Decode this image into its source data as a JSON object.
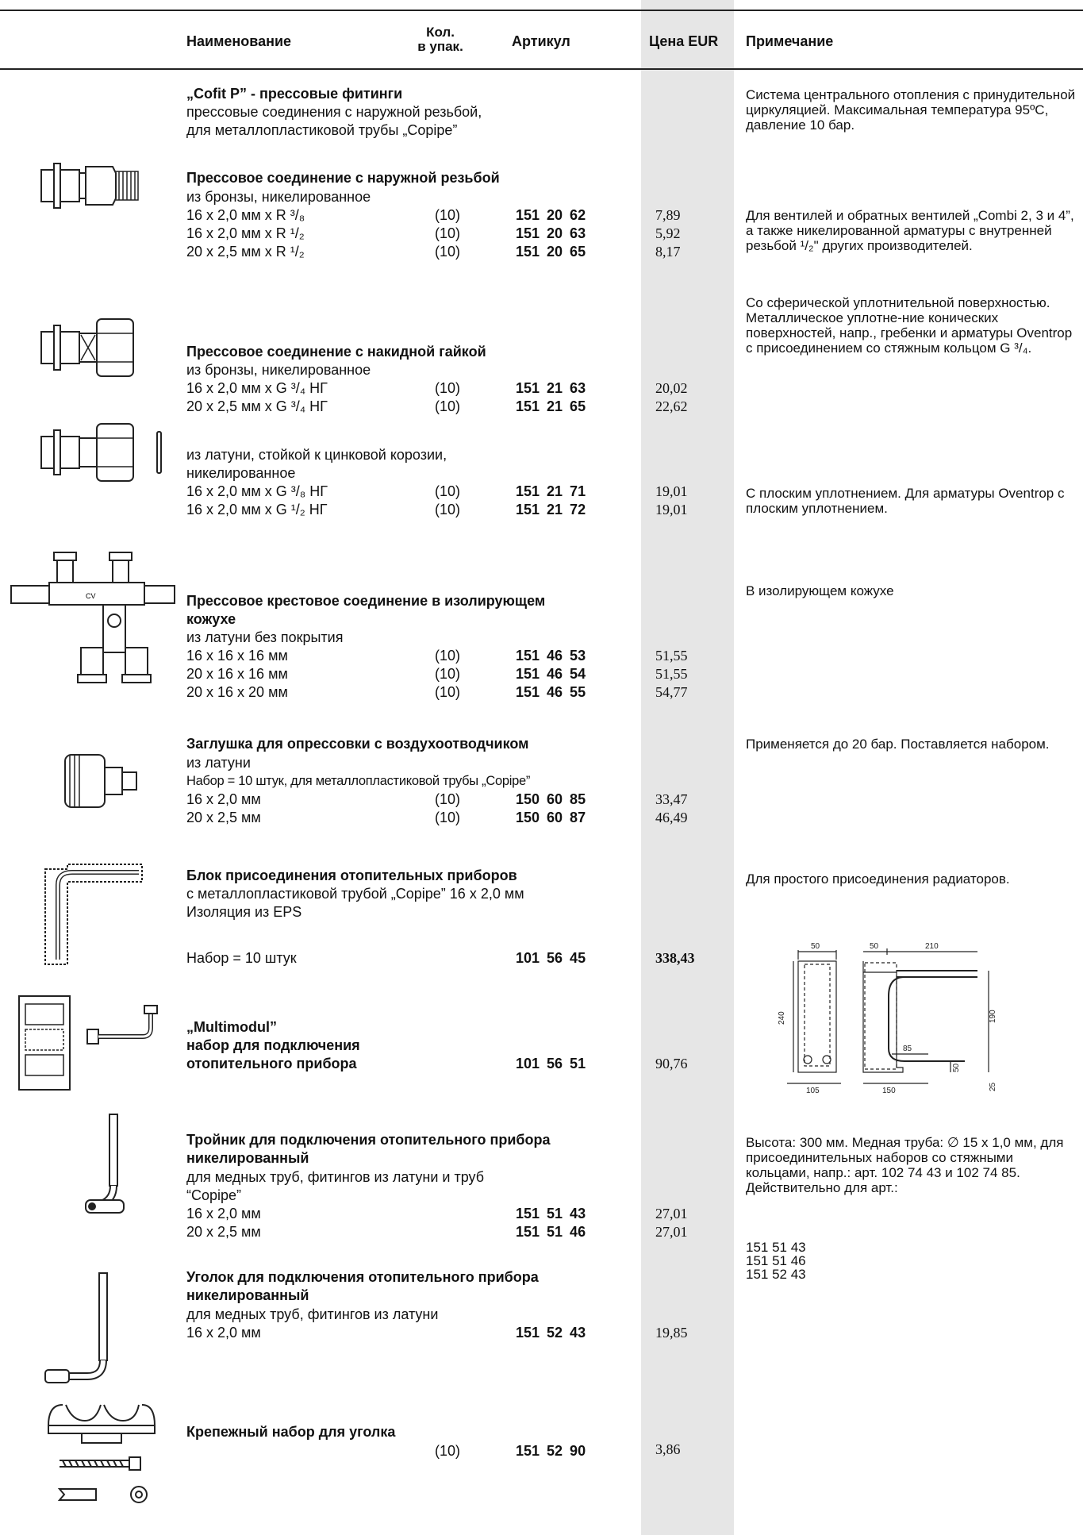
{
  "header": {
    "name": "Наименование",
    "qty_line1": "Кол.",
    "qty_line2": "в упак.",
    "article": "Артикул",
    "price": "Цена EUR",
    "note": "Примечание"
  },
  "intro": {
    "title": "„Cofit P” - прессовые фитинги",
    "line1": "прессовые соединения с наружной резьбой,",
    "line2": "для металлопластиковой трубы „Copipe”",
    "note": "Система центрального отопления с принудительной циркуляцией. Максимальная температура 95ºС, давление 10 бар."
  },
  "s1": {
    "title": "Прессовое соединение с наружной резьбой",
    "material": "из бронзы, никелированное",
    "rows": [
      {
        "desc": "16 x 2,0 мм x R ³/₈",
        "qty": "(10)",
        "art": "151 20 62",
        "price": "7,89"
      },
      {
        "desc": "16 x 2,0 мм x R ¹/₂",
        "qty": "(10)",
        "art": "151 20 63",
        "price": "5,92"
      },
      {
        "desc": "20 x 2,5 мм x R ¹/₂",
        "qty": "(10)",
        "art": "151 20 65",
        "price": "8,17"
      }
    ],
    "note": "Для вентилей и обратных вентилей „Combi 2, 3 и 4”, а также никелированной арматуры с внутренней резьбой ¹/₂\" других производителей."
  },
  "s2": {
    "pre_note": "Со сферической уплотнительной поверхностью. Металлическое уплотне-ние конических поверхностей, напр., гребенки и арматуры Oventrop с присоединением со стяжным кольцом G ³/₄.",
    "title": "Прессовое соединение с накидной гайкой",
    "material": "из бронзы, никелированное",
    "rows": [
      {
        "desc": "16 x 2,0 мм x G ³/₄ НГ",
        "qty": "(10)",
        "art": "151 21 63",
        "price": "20,02"
      },
      {
        "desc": "20 x 2,5 мм x G ³/₄ НГ",
        "qty": "(10)",
        "art": "151 21 65",
        "price": "22,62"
      }
    ]
  },
  "s3": {
    "material1": "из латуни, стойкой к цинковой корозии,",
    "material2": "никелированное",
    "rows": [
      {
        "desc": "16 x 2,0 мм x G ³/₈ НГ",
        "qty": "(10)",
        "art": "151 21 71",
        "price": "19,01"
      },
      {
        "desc": "16 x 2,0 мм x G ¹/₂ НГ",
        "qty": "(10)",
        "art": "151 21 72",
        "price": "19,01"
      }
    ],
    "note": "С плоским уплотнением. Для арматуры Oventrop с плоским уплотнением."
  },
  "s4": {
    "title1": "Прессовое крестовое соединение в изолирующем",
    "title2": "кожухе",
    "material": "из латуни без покрытия",
    "rows": [
      {
        "desc": "16 x 16 x 16 мм",
        "qty": "(10)",
        "art": "151 46 53",
        "price": "51,55"
      },
      {
        "desc": "20 x 16 x 16 мм",
        "qty": "(10)",
        "art": "151 46 54",
        "price": "51,55"
      },
      {
        "desc": "20 x 16 x 20 мм",
        "qty": "(10)",
        "art": "151 46 55",
        "price": "54,77"
      }
    ],
    "note": "В изолирующем кожухе",
    "icon_label": "CV"
  },
  "s5": {
    "title": "Заглушка для опрессовки с воздухоотводчиком",
    "material": "из латуни",
    "set": "Набор = 10 штук, для металлопластиковой трубы „Copipe”",
    "rows": [
      {
        "desc": "16 x 2,0 мм",
        "qty": "(10)",
        "art": "150 60 85",
        "price": "33,47"
      },
      {
        "desc": "20 x 2,5 мм",
        "qty": "(10)",
        "art": "150 60 87",
        "price": "46,49"
      }
    ],
    "note": "Применяется до 20 бар. Поставляется набором."
  },
  "s6": {
    "title": "Блок присоединения отопительных приборов",
    "line1": "с металлопластиковой трубой „Copipe” 16 x 2,0 мм",
    "line2": "Изоляция из EPS",
    "row": {
      "desc": "Набор = 10 штук",
      "art": "101 56 45",
      "price": "338,43"
    },
    "note": "Для простого присоединения радиаторов.",
    "dims": {
      "d50a": "50",
      "d50b": "50",
      "d210": "210",
      "d240": "240",
      "d190": "190",
      "d85": "85",
      "d50c": "50",
      "d105": "105",
      "d150": "150",
      "d25": "25"
    }
  },
  "s7": {
    "title1": "„Multimodul”",
    "title2": "набор для подключения",
    "title3": "отопительного прибора",
    "art": "101 56 51",
    "price": "90,76"
  },
  "s8": {
    "title1": "Тройник для подключения отопительного прибора",
    "title2": "никелированный",
    "line1": "для медных труб, фитингов из латуни и труб",
    "line2": "“Copipe”",
    "rows": [
      {
        "desc": "16 x 2,0 мм",
        "art": "151 51 43",
        "price": "27,01"
      },
      {
        "desc": "20 x 2,5 мм",
        "art": "151 51 46",
        "price": "27,01"
      }
    ],
    "note": "Высота: 300 мм. Медная труба: ∅ 15 x 1,0 мм, для присоединительных наборов со стяжными кольцами, напр.: арт. 102 74 43 и 102 74 85. Действительно для арт.:",
    "note_arts": [
      "151 51 43",
      "151 51 46",
      "151 52 43"
    ]
  },
  "s9": {
    "title1": "Уголок для подключения отопительного прибора",
    "title2": "никелированный",
    "line1": "для медных труб, фитингов из латуни",
    "row": {
      "desc": "16 x 2,0 мм",
      "art": "151 52 43",
      "price": "19,85"
    }
  },
  "s10": {
    "title": "Крепежный набор для уголка",
    "qty": "(10)",
    "art": "151 52 90",
    "price": "3,86"
  }
}
